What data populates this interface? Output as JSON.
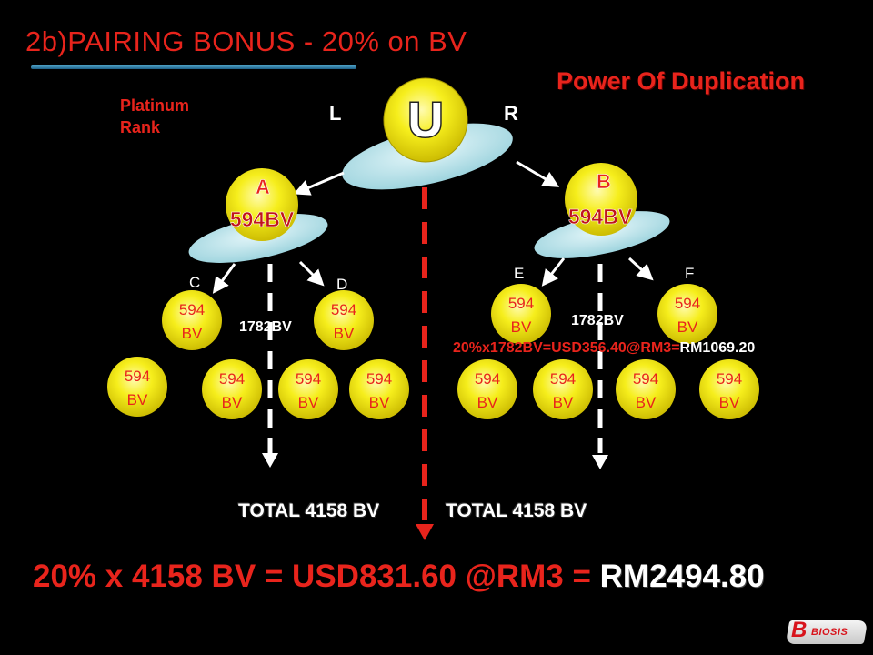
{
  "title": "2b)PAIRING BONUS - 20% on BV",
  "subtitle": "Power Of Duplication",
  "rank": {
    "line1": "Platinum",
    "line2": "Rank"
  },
  "legs": {
    "left": "L",
    "right": "R"
  },
  "root": {
    "label": "U"
  },
  "nodes": {
    "A": {
      "letter": "A",
      "value": "594BV"
    },
    "B": {
      "letter": "B",
      "value": "594BV"
    }
  },
  "sub_labels": {
    "C": "C",
    "D": "D",
    "E": "E",
    "F": "F"
  },
  "bv_nodes": [
    {
      "line1": "594",
      "line2": "BV"
    },
    {
      "line1": "594",
      "line2": "BV"
    },
    {
      "line1": "594",
      "line2": "BV"
    },
    {
      "line1": "594",
      "line2": "BV"
    },
    {
      "line1": "594",
      "line2": "BV"
    },
    {
      "line1": "594",
      "line2": "BV"
    },
    {
      "line1": "594",
      "line2": "BV"
    },
    {
      "line1": "594",
      "line2": "BV"
    },
    {
      "line1": "594",
      "line2": "BV"
    },
    {
      "line1": "594",
      "line2": "BV"
    },
    {
      "line1": "594",
      "line2": "BV"
    },
    {
      "line1": "594",
      "line2": "BV"
    }
  ],
  "subtree_totals": {
    "left": "1782BV",
    "right": "1782BV"
  },
  "small_calc": {
    "red_part": "20%x1782BV=USD356.40@RM3=",
    "white_part": "RM1069.20"
  },
  "totals": {
    "left": "TOTAL 4158 BV",
    "right": "TOTAL 4158 BV"
  },
  "bottom_calc": {
    "red_part": "20% x  4158 BV = USD831.60 @RM3 = ",
    "white_part": "RM2494.80"
  },
  "logo": {
    "letter": "B",
    "text": "BIOSIS"
  },
  "colors": {
    "red": "#e8241c",
    "node_yellow": "#f3ec1a",
    "disc": "#bfe7ee",
    "white": "#ffffff"
  }
}
